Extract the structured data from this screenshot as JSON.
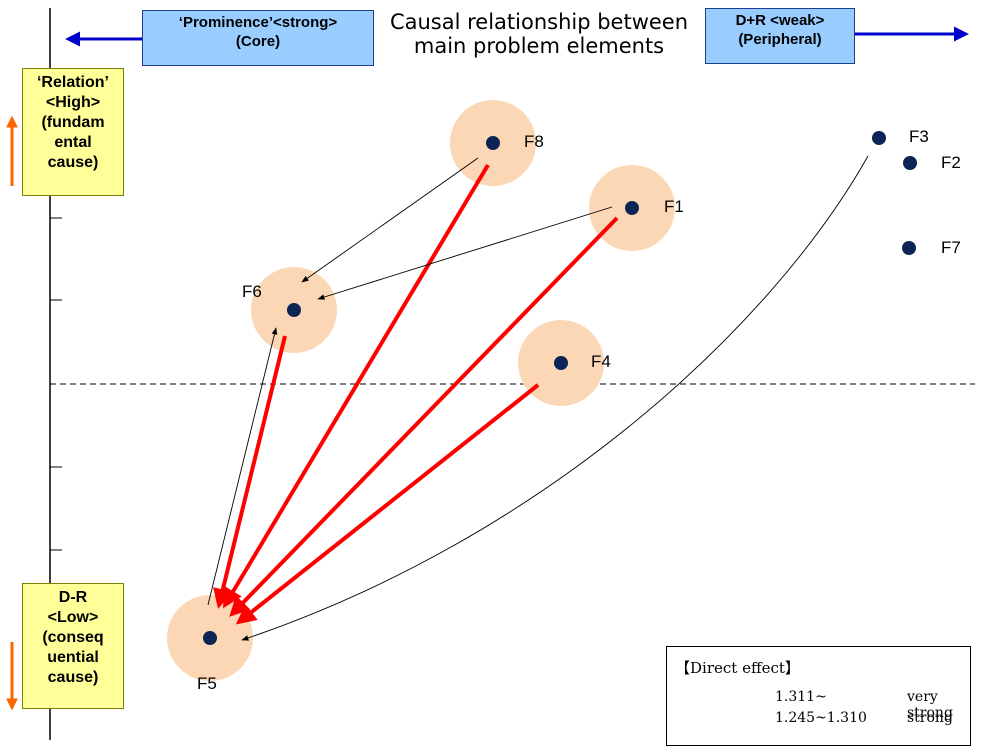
{
  "header": {
    "left_box": {
      "line1": "‘Prominence’<strong>",
      "line2": "(Core)"
    },
    "title": {
      "line1": "Causal relationship between",
      "line2": "main problem elements"
    },
    "right_box": {
      "line1": "D+R <weak>",
      "line2": "(Peripheral)"
    }
  },
  "side": {
    "top_box": {
      "line1": "‘Relation’",
      "line2": "<High>",
      "line3": "(fundam",
      "line4": "ental",
      "line5": "cause)"
    },
    "bottom_box": {
      "line1": "D-R",
      "line2": "<Low>",
      "line3": "(conseq",
      "line4": "uential",
      "line5": "cause)"
    }
  },
  "nodes": [
    {
      "id": "F8",
      "label": "F8",
      "highlighted": true
    },
    {
      "id": "F1",
      "label": "F1",
      "highlighted": true
    },
    {
      "id": "F6",
      "label": "F6",
      "highlighted": true
    },
    {
      "id": "F4",
      "label": "F4",
      "highlighted": true
    },
    {
      "id": "F5",
      "label": "F5",
      "highlighted": true
    },
    {
      "id": "F3",
      "label": "F3",
      "highlighted": false
    },
    {
      "id": "F2",
      "label": "F2",
      "highlighted": false
    },
    {
      "id": "F7",
      "label": "F7",
      "highlighted": false
    }
  ],
  "edges": [
    {
      "from": "F8",
      "to": "F5",
      "strength": "very strong"
    },
    {
      "from": "F1",
      "to": "F5",
      "strength": "very strong"
    },
    {
      "from": "F6",
      "to": "F5",
      "strength": "very strong"
    },
    {
      "from": "F4",
      "to": "F5",
      "strength": "very strong"
    },
    {
      "from": "F8",
      "to": "F6",
      "strength": "strong"
    },
    {
      "from": "F1",
      "to": "F6",
      "strength": "strong"
    },
    {
      "from": "F5",
      "to": "F6",
      "strength": "strong"
    },
    {
      "from": "F3",
      "to": "F5",
      "strength": "strong"
    }
  ],
  "legend": {
    "title": "【Direct effect】",
    "items": [
      {
        "range": "1.311~",
        "desc": "very strong",
        "color": "#ff0000"
      },
      {
        "range": "1.245~1.310",
        "desc": "strong",
        "color": "#000000"
      }
    ]
  },
  "colors": {
    "node": "#0d2456",
    "halo": "#fbd7b5",
    "strong_edge": "#ff0000",
    "weak_edge": "#000000",
    "blue_arrow": "#0000cc",
    "orange_arrow": "#ff6600"
  }
}
